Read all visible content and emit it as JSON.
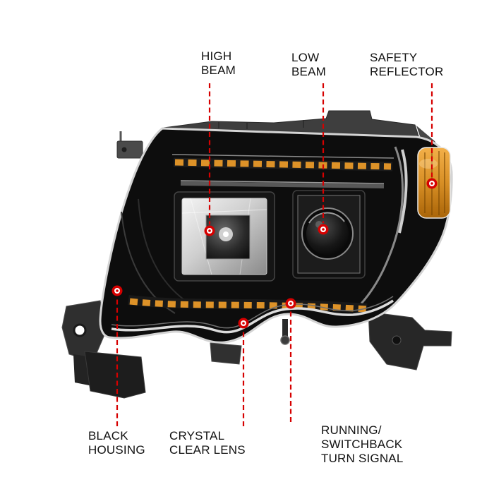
{
  "product": {
    "description": "Black projector headlight assembly diagram with feature callouts"
  },
  "colors": {
    "accent_red": "#d60000",
    "amber_led": "#dd9228",
    "amber_reflector": "#d88f25",
    "housing_black": "#0d0d0d",
    "chrome_light": "#e8e8e8",
    "label_text": "#111111",
    "background": "#ffffff"
  },
  "callouts": {
    "high_beam": {
      "label": "HIGH\nBEAM"
    },
    "low_beam": {
      "label": "LOW\nBEAM"
    },
    "safety_reflector": {
      "label": "SAFETY\nREFLECTOR"
    },
    "black_housing": {
      "label": "BLACK\nHOUSING"
    },
    "crystal_clear_lens": {
      "label": "CRYSTAL\nCLEAR LENS"
    },
    "running_switchback_turn_signal": {
      "label": "RUNNING/\nSWITCHBACK\nTURN SIGNAL"
    }
  }
}
